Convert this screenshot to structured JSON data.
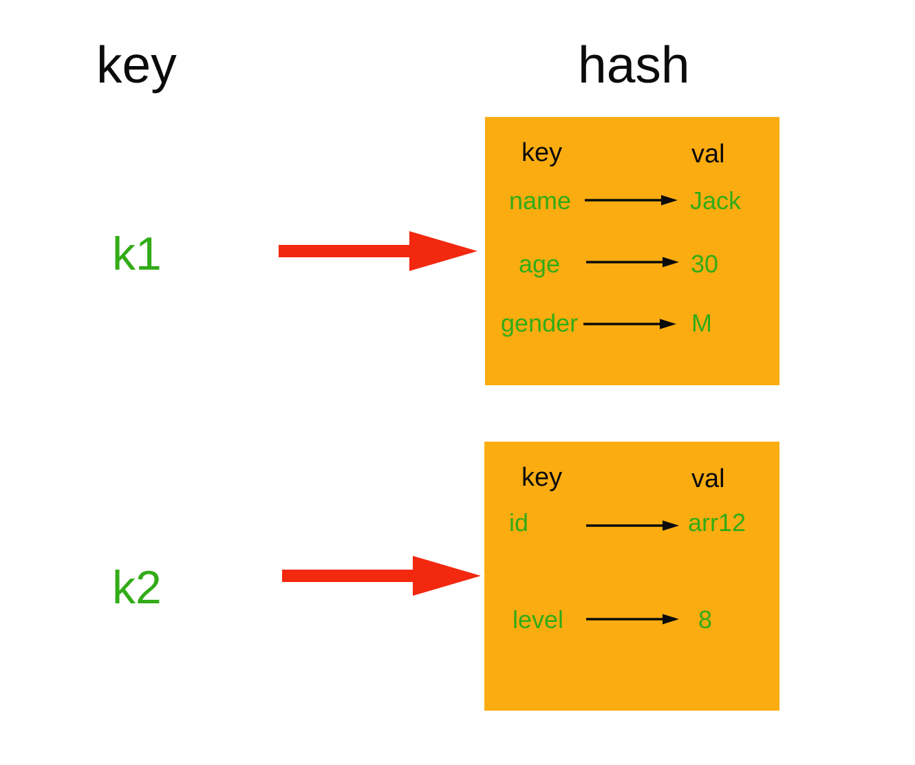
{
  "colors": {
    "box_bg": "#fbac11",
    "green_text": "#32ab17",
    "red_arrow": "#f2280f",
    "ink": "#0b0b0b"
  },
  "diagram": {
    "left_column_title": "key",
    "right_column_title": "hash",
    "entries": [
      {
        "key_label": "k1",
        "box": {
          "key_header": "key",
          "val_header": "val",
          "rows": [
            {
              "field": "name",
              "value": "Jack"
            },
            {
              "field": "age",
              "value": "30"
            },
            {
              "field": "gender",
              "value": "M"
            }
          ]
        }
      },
      {
        "key_label": "k2",
        "box": {
          "key_header": "key",
          "val_header": "val",
          "rows": [
            {
              "field": "id",
              "value": "arr12"
            },
            {
              "field": "level",
              "value": "8"
            }
          ]
        }
      }
    ]
  }
}
